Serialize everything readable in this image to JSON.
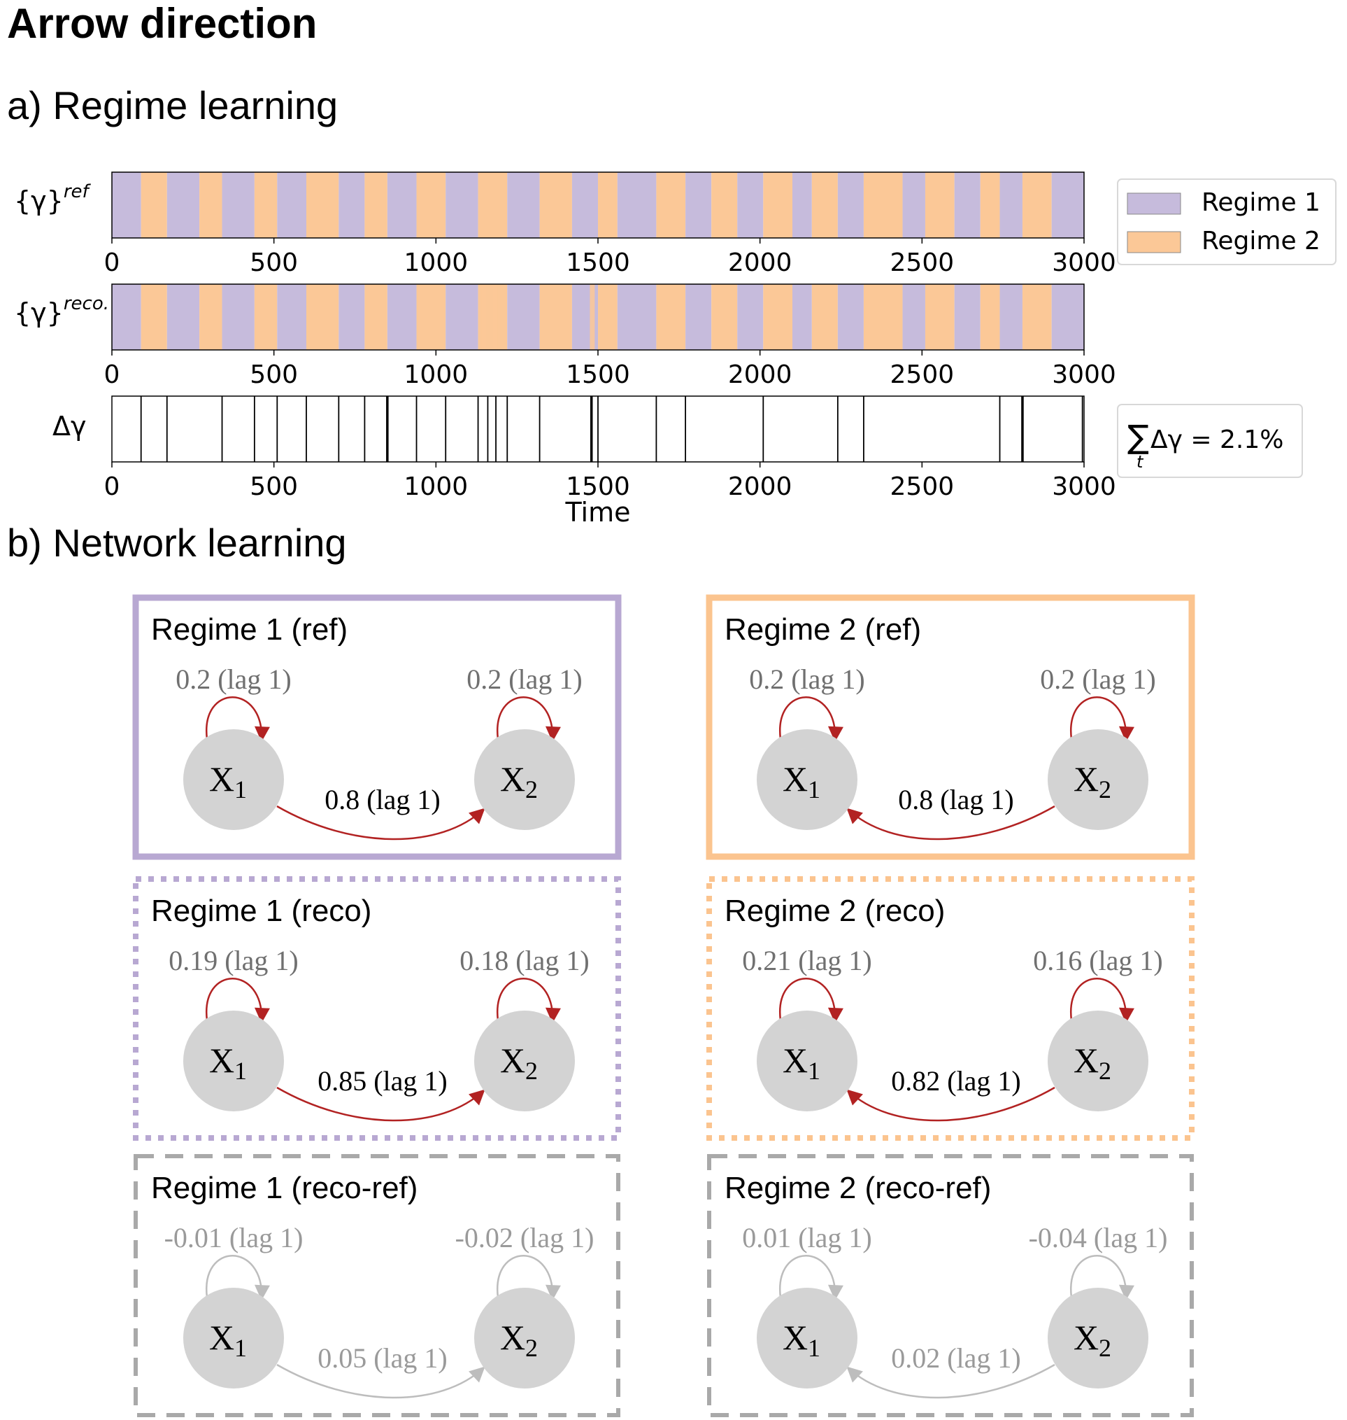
{
  "title": "Arrow direction",
  "section_a": "a) Regime learning",
  "section_b": "b) Network learning",
  "colors": {
    "regime1": "#c6bbdc",
    "regime2": "#fbc897",
    "regime1_frame": "#b8a8d2",
    "regime2_frame": "#fbc48f",
    "diff_frame": "#a9a9a9",
    "node": "#d3d3d3",
    "edge": "#b22222",
    "diff_edge": "#bdbdbd"
  },
  "legend": [
    "Regime 1",
    "Regime 2"
  ],
  "rows": {
    "ref_label": "{γ}",
    "ref_sup": "ref",
    "reco_label": "{γ}",
    "reco_sup": "reco.",
    "delta_label": "Δγ"
  },
  "sum_box": {
    "sigma": "∑",
    "sub": "t",
    "text": "Δγ =  2.1%"
  },
  "chart_data": {
    "type": "timeline",
    "xlabel": "Time",
    "xlim": [
      0,
      3000
    ],
    "xticks": [
      0,
      500,
      1000,
      1500,
      2000,
      2500,
      3000
    ],
    "ref_boundaries": [
      90,
      170,
      270,
      340,
      440,
      510,
      600,
      700,
      780,
      850,
      940,
      1030,
      1130,
      1220,
      1320,
      1420,
      1500,
      1560,
      1680,
      1770,
      1850,
      1930,
      2010,
      2100,
      2160,
      2240,
      2320,
      2440,
      2510,
      2600,
      2680,
      2740,
      2810,
      2900
    ],
    "reco_boundaries": [
      90,
      170,
      270,
      340,
      440,
      510,
      600,
      700,
      780,
      850,
      940,
      1030,
      1130,
      1220,
      1320,
      1420,
      1500,
      1560,
      1680,
      1770,
      1850,
      1930,
      2010,
      2100,
      2160,
      2240,
      2320,
      2440,
      2510,
      2600,
      2680,
      2740,
      2810,
      2900
    ],
    "reco_extra_segments": [
      [
        1140,
        1155
      ],
      [
        1175,
        1190
      ],
      [
        1475,
        1490
      ]
    ],
    "delta_lines": [
      90,
      170,
      340,
      440,
      510,
      600,
      700,
      780,
      850,
      940,
      1030,
      1130,
      1160,
      1185,
      1220,
      1320,
      1480,
      1500,
      1680,
      1770,
      2010,
      2240,
      2320,
      2740,
      2810,
      2995
    ],
    "delta_bold": [
      850,
      1480,
      2810
    ]
  },
  "panels": [
    {
      "title": "Regime 1 (ref)",
      "style": "solid",
      "color": "regime1_frame",
      "direction": "right",
      "self1": "0.2 (lag 1)",
      "self2": "0.2 (lag 1)",
      "cross": "0.8 (lag 1)",
      "n1": "X",
      "n2": "X",
      "s1": "1",
      "s2": "2",
      "muted": false
    },
    {
      "title": "Regime 2 (ref)",
      "style": "solid",
      "color": "regime2_frame",
      "direction": "left",
      "self1": "0.2 (lag 1)",
      "self2": "0.2 (lag 1)",
      "cross": "0.8 (lag 1)",
      "n1": "X",
      "n2": "X",
      "s1": "1",
      "s2": "2",
      "muted": false
    },
    {
      "title": "Regime 1 (reco)",
      "style": "dotted",
      "color": "regime1_frame",
      "direction": "right",
      "self1": "0.19 (lag 1)",
      "self2": "0.18 (lag 1)",
      "cross": "0.85 (lag 1)",
      "n1": "X",
      "n2": "X",
      "s1": "1",
      "s2": "2",
      "muted": false
    },
    {
      "title": "Regime 2 (reco)",
      "style": "dotted",
      "color": "regime2_frame",
      "direction": "left",
      "self1": "0.21 (lag 1)",
      "self2": "0.16 (lag 1)",
      "cross": "0.82 (lag 1)",
      "n1": "X",
      "n2": "X",
      "s1": "1",
      "s2": "2",
      "muted": false
    },
    {
      "title": "Regime 1 (reco-ref)",
      "style": "dashed",
      "color": "diff_frame",
      "direction": "right",
      "self1": "-0.01 (lag 1)",
      "self2": "-0.02 (lag 1)",
      "cross": "0.05 (lag 1)",
      "n1": "X",
      "n2": "X",
      "s1": "1",
      "s2": "2",
      "muted": true
    },
    {
      "title": "Regime 2 (reco-ref)",
      "style": "dashed",
      "color": "diff_frame",
      "direction": "left",
      "self1": "0.01 (lag 1)",
      "self2": "-0.04 (lag 1)",
      "cross": "0.02 (lag 1)",
      "n1": "X",
      "n2": "X",
      "s1": "1",
      "s2": "2",
      "muted": true
    }
  ]
}
